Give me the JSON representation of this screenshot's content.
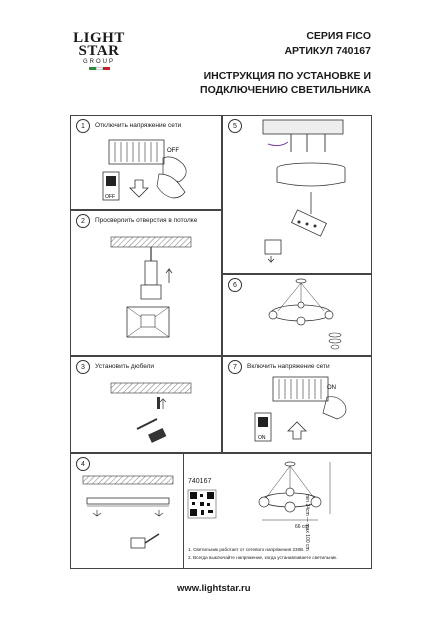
{
  "brand": {
    "line1": "LIGHT",
    "line2": "STAR",
    "line3": "GROUP",
    "flag_colors": [
      "#2e8b3a",
      "#ffffff",
      "#c8202b"
    ]
  },
  "header": {
    "series": "СЕРИЯ FICO",
    "article": "АРТИКУЛ 740167",
    "title_line1": "ИНСТРУКЦИЯ ПО УСТАНОВКЕ И",
    "title_line2": "ПОДКЛЮЧЕНИЮ СВЕТИЛЬНИКА"
  },
  "steps": [
    {
      "num": "1",
      "text": "Отключить напряжение сети",
      "switch_label": "OFF"
    },
    {
      "num": "2",
      "text": "Просверлить отверстия в потолке"
    },
    {
      "num": "3",
      "text": "Установить дюбели"
    },
    {
      "num": "4",
      "text": "",
      "article": "740167"
    },
    {
      "num": "5",
      "text": ""
    },
    {
      "num": "6",
      "text": ""
    },
    {
      "num": "7",
      "text": "Включить напряжение сети",
      "switch_label": "ON"
    }
  ],
  "dimensions": {
    "height": "min 24cm — max 100 cm",
    "diameter": "66 cm"
  },
  "notes": [
    "1. Светильник работает от сетевого напряжения 230В.",
    "2. Всегда выключайте напряжение, когда устанавливаете светильник."
  ],
  "footer": {
    "url": "www.lightstar.ru"
  }
}
